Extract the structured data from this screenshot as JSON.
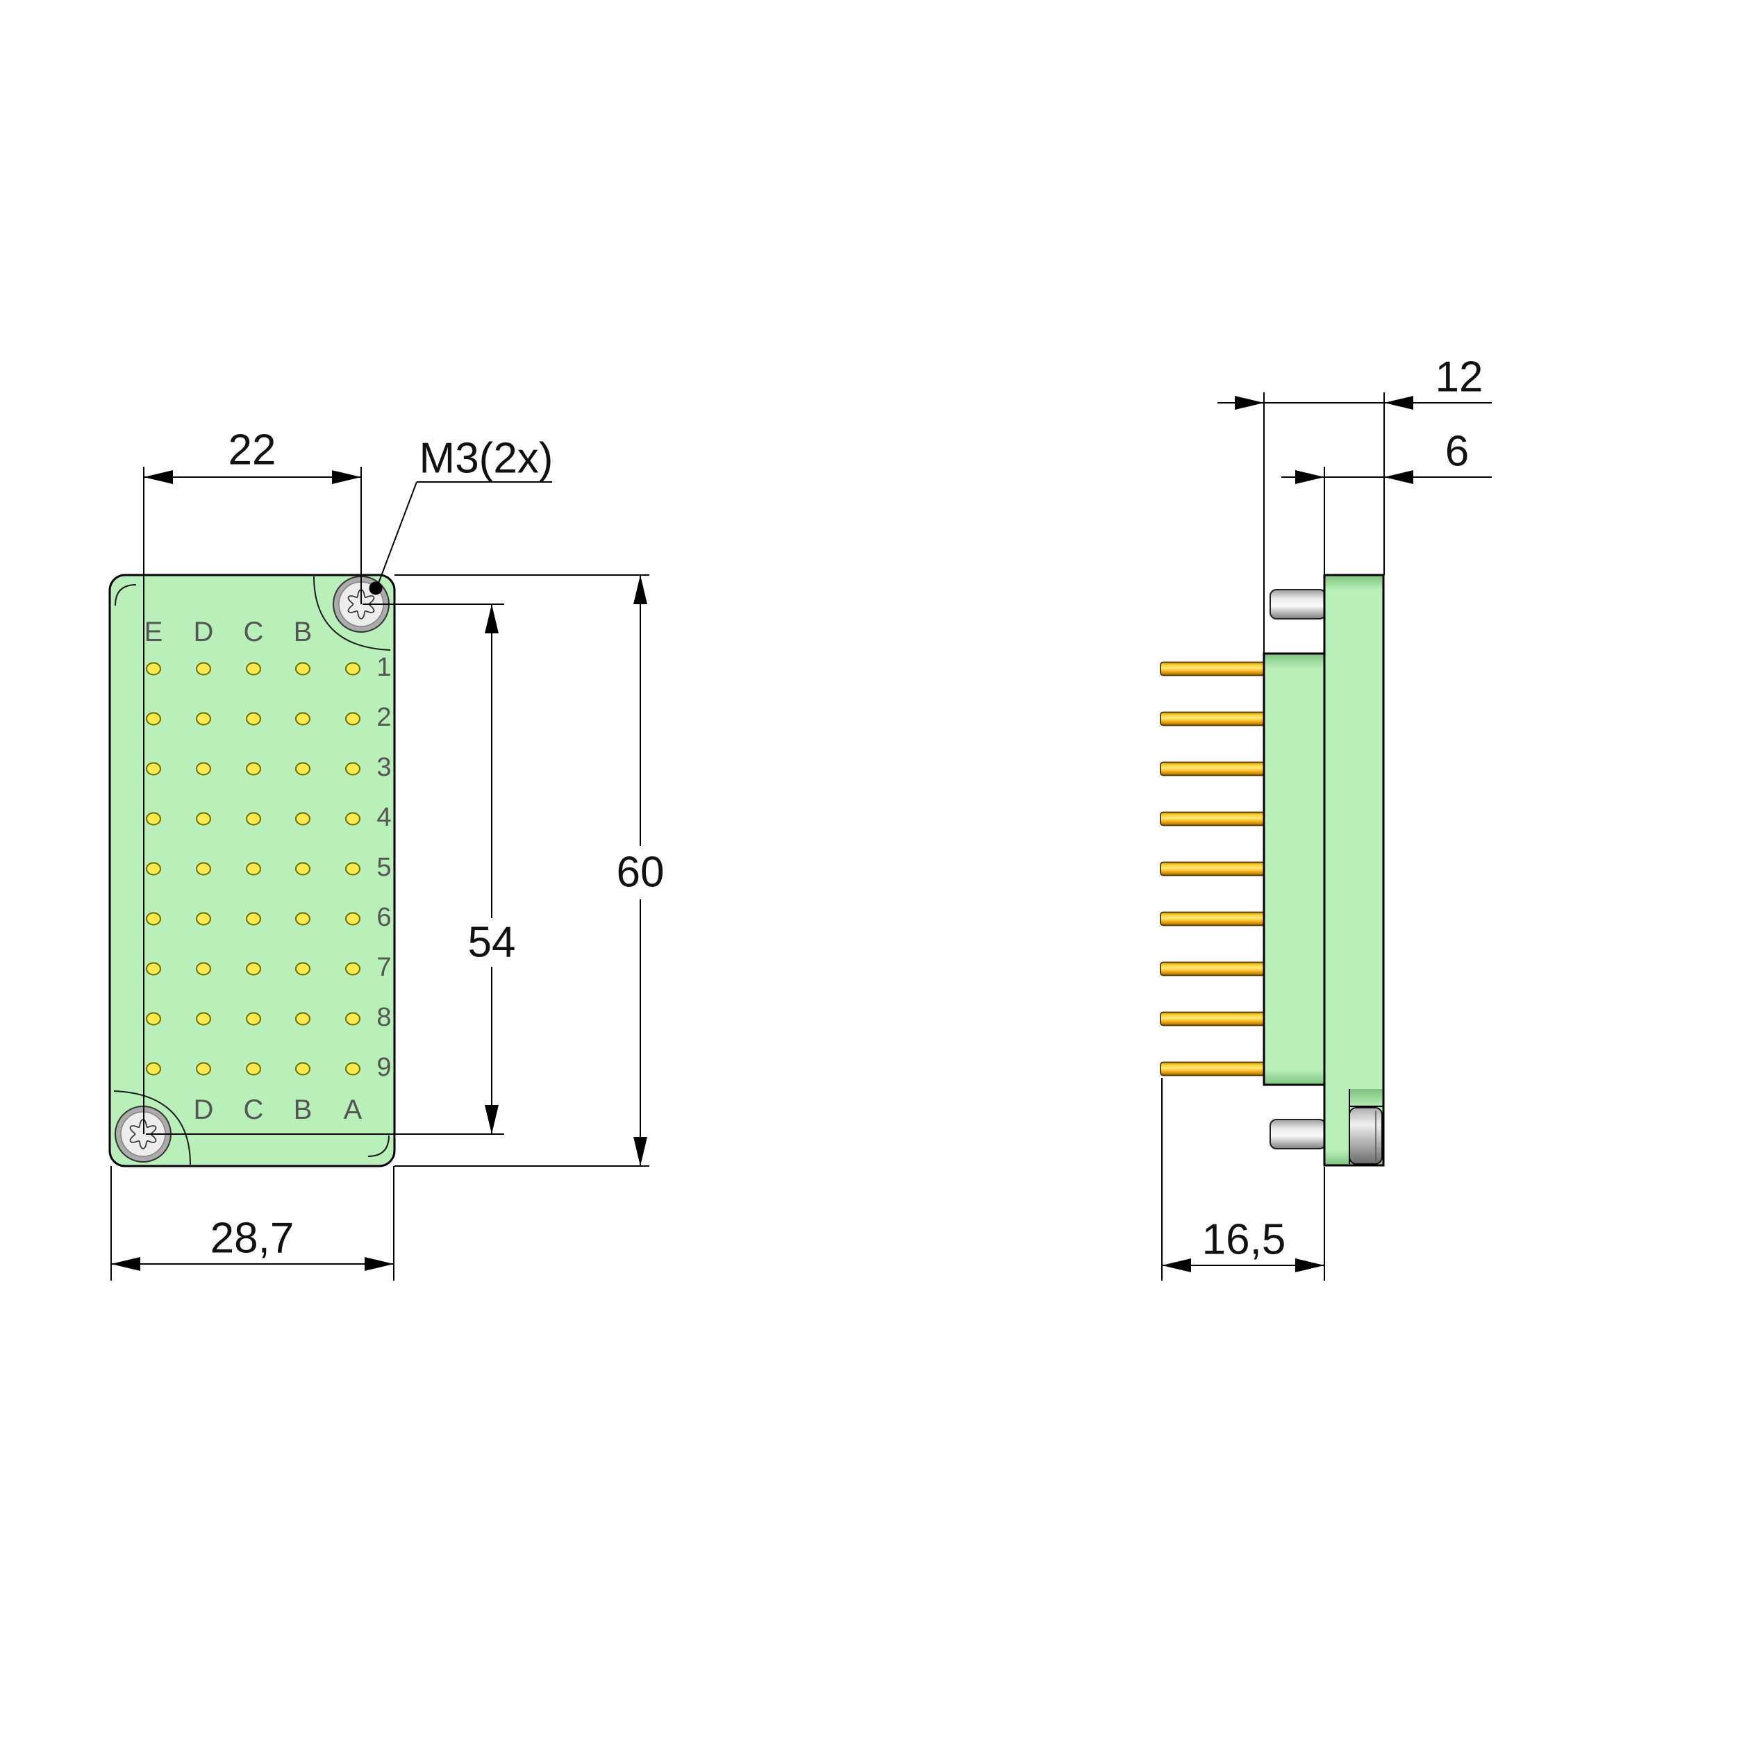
{
  "fv": {
    "top_letters": [
      "E",
      "D",
      "C",
      "B"
    ],
    "bottom_letters": [
      "D",
      "C",
      "B",
      "A"
    ],
    "rows": [
      "1",
      "2",
      "3",
      "4",
      "5",
      "6",
      "7",
      "8",
      "9"
    ],
    "dims": {
      "pitch_x": "22",
      "thread": "M3(2x)",
      "pitch_y": "54",
      "height": "60",
      "width": "28,7"
    }
  },
  "sv": {
    "dims": {
      "depth": "12",
      "front_depth": "6",
      "pin_length": "16,5"
    }
  },
  "colors": {
    "body_green": "#b9f0b9",
    "shade_green": "#7fc27f",
    "pin_yellow": "#ffe94d",
    "pin_gold": "#f2a900",
    "metal_gray": "#d9d9d9",
    "outline": "#000000",
    "label_gray": "#555555"
  }
}
